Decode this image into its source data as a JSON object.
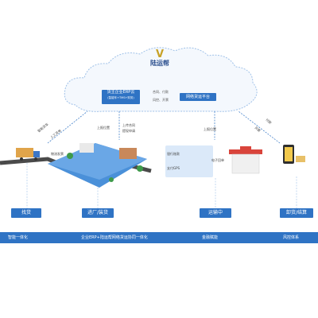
{
  "brand": {
    "logo_text": "陆运帮"
  },
  "platform": {
    "erp_cloud": "货主企业ERP云",
    "erp_cloud_sub": "(智能车+TMS+财务)",
    "network_platform": "网络货运平台",
    "middle_labels": [
      "合同、付款",
      "风控、开票"
    ]
  },
  "side_labels": {
    "smart_dispatch": "智能派车",
    "manual_dispatch": "人工派单",
    "report_location": "上报位置",
    "upload_doc": "上传合同",
    "apply_pay": "提现申请",
    "upload_pickup": "上报位置",
    "payment": "付款",
    "invoice": "开票"
  },
  "truck_labels": {
    "pickup": "物流发票"
  },
  "payment_labels": {
    "bank": "银行账款",
    "gps_pay": "支付GPS",
    "electronic": "电子回单"
  },
  "stages": [
    "找货",
    "进厂/装货",
    "运输中",
    "卸货/结算"
  ],
  "bottom_labels": [
    "智能一体化",
    "企业ERP+陆运帮网络货运协同一体化",
    "金融赋能",
    "风控体系"
  ],
  "colors": {
    "primary": "#2f73c4",
    "accent": "#c8a227",
    "light": "#dbe9f9"
  }
}
